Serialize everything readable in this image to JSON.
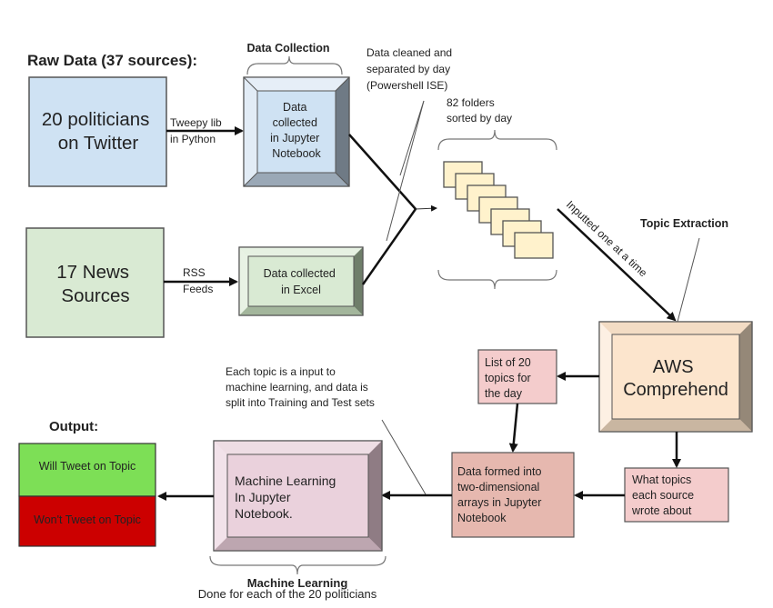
{
  "headings": {
    "raw_data": "Raw Data (37 sources):",
    "data_collection": "Data Collection",
    "topic_extraction": "Topic Extraction",
    "output": "Output:",
    "machine_learning": "Machine Learning",
    "machine_learning_sub": "Done for each of the 20 politicians"
  },
  "sources": {
    "twitter": [
      "20 politicians",
      "on Twitter"
    ],
    "news": [
      "17 News",
      "Sources"
    ]
  },
  "edge_labels": {
    "tweepy": [
      "Tweepy lib",
      "in Python"
    ],
    "rss": [
      "RSS",
      "Feeds"
    ],
    "inputted": "Inputted one at a time"
  },
  "nodes": {
    "jupyter_collect": [
      "Data",
      "collected",
      "in Jupyter",
      "Notebook"
    ],
    "excel_collect": [
      "Data collected",
      "in Excel"
    ],
    "aws": [
      "AWS",
      "Comprehend"
    ],
    "topics_list": [
      "List of 20",
      "topics for",
      "the day"
    ],
    "source_topics": [
      "What topics",
      "each source",
      "wrote about"
    ],
    "arrays": [
      "Data formed into",
      "two-dimensional",
      "arrays in Jupyter",
      "Notebook"
    ],
    "ml": [
      "Machine Learning",
      "In Jupyter",
      "Notebook."
    ]
  },
  "annotations": {
    "cleaned": [
      "Data cleaned and",
      "separated by day",
      "(Powershell ISE)"
    ],
    "folders": [
      "82 folders",
      "sorted by day"
    ],
    "ml_input": [
      "Each topic is a input to",
      "machine learning, and data is",
      "split into Training and Test sets"
    ]
  },
  "outputs": {
    "will": "Will Tweet on Topic",
    "wont": "Won't Tweet on Topic"
  },
  "colors": {
    "twitter_fill": "#cfe2f3",
    "news_fill": "#d9ead3",
    "folder_fill": "#fff2cc",
    "aws_fill": "#fce5cd",
    "pink_fill": "#f4cccc",
    "arrays_fill": "#e6b8af",
    "ml_fill": "#ead1dc",
    "will_fill": "#7ddf56",
    "wont_fill": "#cc0000"
  },
  "folder_count_visible": 7
}
